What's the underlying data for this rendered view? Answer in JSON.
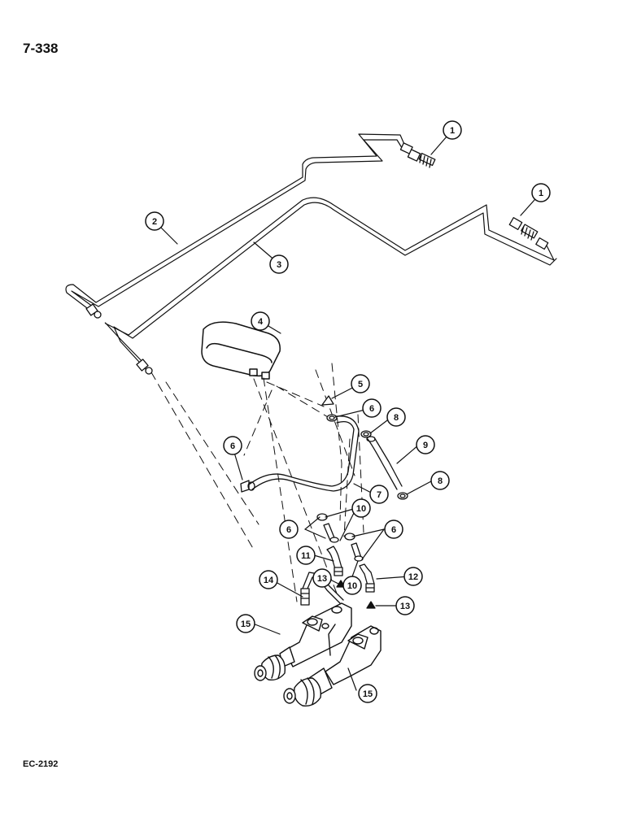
{
  "page": {
    "code": "7-338",
    "ref": "EC-2192"
  },
  "callouts": [
    "1",
    "1",
    "2",
    "3",
    "4",
    "5",
    "6",
    "8",
    "9",
    "6",
    "7",
    "8",
    "10",
    "6",
    "6",
    "11",
    "13",
    "10",
    "12",
    "14",
    "13",
    "15",
    "15"
  ],
  "colors": {
    "ink": "#111111",
    "paper": "#ffffff"
  }
}
